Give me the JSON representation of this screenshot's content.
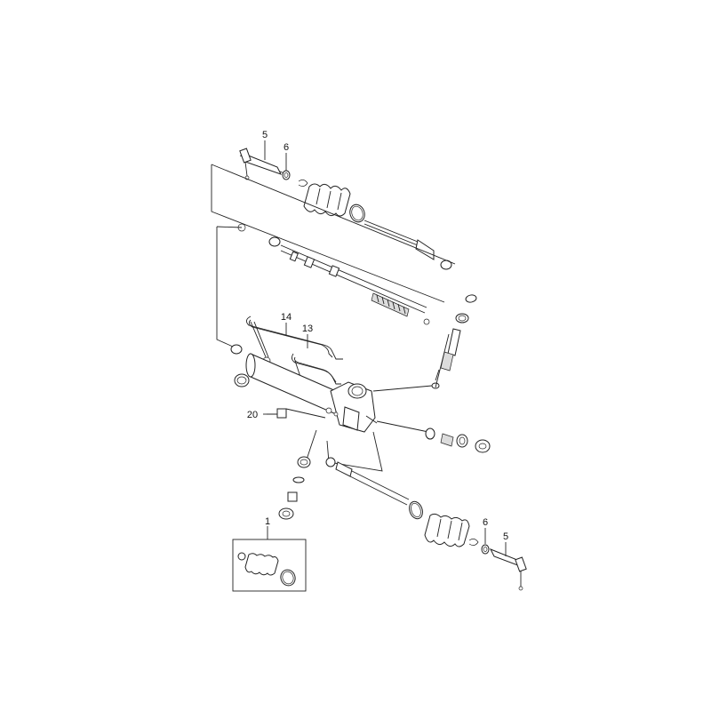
{
  "diagram": {
    "callouts": {
      "c1": "1",
      "c5_top": "5",
      "c6_top": "6",
      "c13": "13",
      "c14": "14",
      "c20": "20",
      "c6_bottom": "6",
      "c5_bottom": "5"
    }
  }
}
